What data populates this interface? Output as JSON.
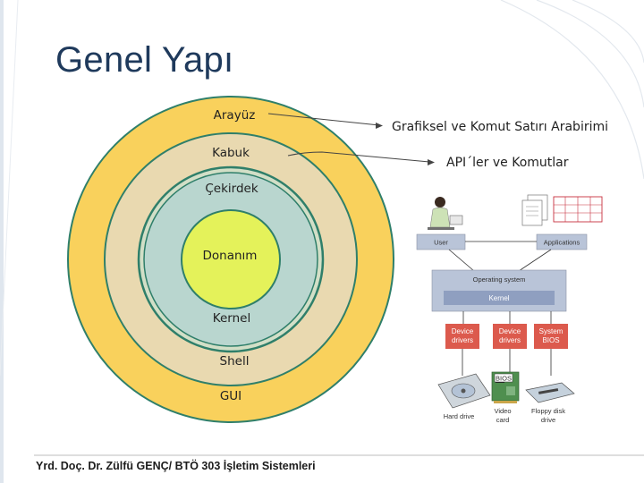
{
  "slide": {
    "title": "Genel Yapı",
    "footer": "Yrd. Doç. Dr. Zülfü GENÇ/ BTÖ 303 İşletim Sistemleri"
  },
  "rings": {
    "arayuz": "Arayüz",
    "kabuk": "Kabuk",
    "cekirdek": "Çekirdek",
    "donanim": "Donanım",
    "kernel": "Kernel",
    "shell": "Shell",
    "gui": "GUI"
  },
  "annotations": {
    "gui_desc": "Grafiksel ve Komut Satırı Arabirimi",
    "api_desc": "API´ler ve Komutlar"
  },
  "os_diagram": {
    "user": "User",
    "applications": "Applications",
    "operating_system": "Operating system",
    "kernel": "Kernel",
    "device_drivers_1": [
      "Device",
      "drivers"
    ],
    "device_drivers_2": [
      "Device",
      "drivers"
    ],
    "system_bios": [
      "System",
      "BIOS"
    ],
    "bios_chip": "BIOS",
    "hard_drive": "Hard drive",
    "video_card": [
      "Video",
      "card"
    ],
    "floppy_drive": [
      "Floppy disk",
      "drive"
    ]
  },
  "colors": {
    "title": "#1f3a5c",
    "ring_outer": "#f9d15c",
    "ring_2": "#e9d9b0",
    "ring_3": "#d2dfc7",
    "ring_4": "#b9d6cf",
    "ring_core": "#e4f25a",
    "ring_stroke": "#2f7f6a",
    "os_box": "#b9c4d8",
    "os_inner": "#8f9fc0",
    "red_box": "#dc5a4d"
  }
}
